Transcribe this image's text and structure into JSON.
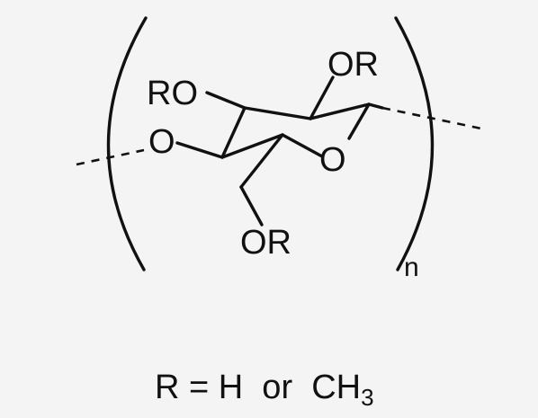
{
  "labels": {
    "or_top": "OR",
    "ro_left": "RO",
    "o_left": "O",
    "o_ring": "O",
    "or_bottom": "OR",
    "repeat_n": "n"
  },
  "caption": {
    "prefix": "R = H  or  CH",
    "subscript": "3"
  },
  "colors": {
    "ink": "#111111",
    "background": "#f4f4f4"
  }
}
